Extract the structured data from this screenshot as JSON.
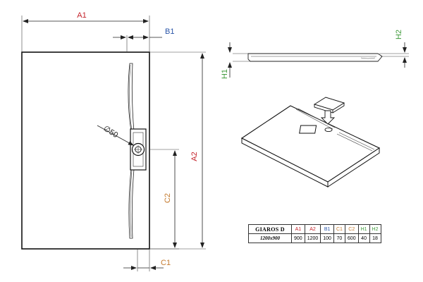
{
  "colors": {
    "red": "#c4232b",
    "blue": "#2a55a8",
    "orange": "#c47a2e",
    "green": "#3f9a3b",
    "line": "#222222"
  },
  "dimensions": {
    "a1": "A1",
    "a2": "A2",
    "b1": "B1",
    "c1": "C1",
    "c2": "C2",
    "h1": "H1",
    "h2": "H2",
    "drain_diameter": "∅50"
  },
  "table": {
    "model": "GIAROS D",
    "headers": [
      "A1",
      "A2",
      "B1",
      "C1",
      "C2",
      "H1",
      "H2"
    ],
    "size": "1200x900",
    "values": [
      "900",
      "1200",
      "100",
      "70",
      "600",
      "40",
      "18"
    ]
  }
}
